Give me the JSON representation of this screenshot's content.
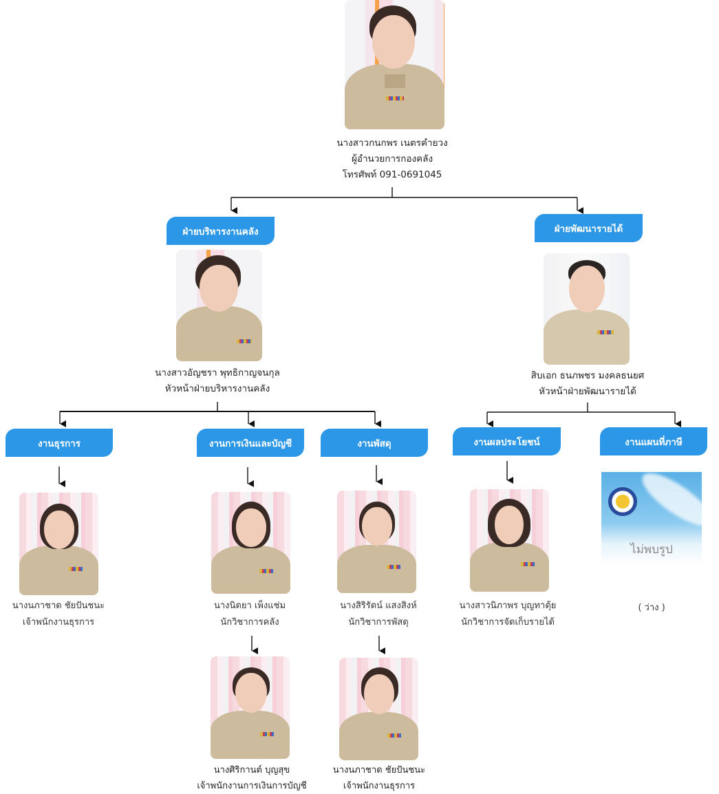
{
  "director": {
    "name": "นางสาวกนกพร เนตรคำยวง",
    "position": "ผู้อำนวยการกองคลัง",
    "phone": "โทรศัพท์ 091-0691045"
  },
  "divisions": [
    {
      "title": "ฝ่ายบริหารงานคลัง",
      "head": {
        "name": "นางสาวอัญชรา  พุทธิกาญจนกุล",
        "position": "หัวหน้าฝ่ายบริหารงานคลัง"
      },
      "units": [
        {
          "title": "งานธุรการ",
          "staff": [
            {
              "name": "นางนภาชาด ชัยปันชนะ",
              "position": "เจ้าพนักงานธุรการ"
            }
          ]
        },
        {
          "title": "งานการเงินและบัญชี",
          "staff": [
            {
              "name": "นางนิตยา เพ็งแช่ม",
              "position": "นักวิชาการคลัง"
            },
            {
              "name": "นางศิริกานต์  บุญสุข",
              "position": "เจ้าพนักงานการเงินการบัญชี"
            }
          ]
        },
        {
          "title": "งานพัสดุ",
          "staff": [
            {
              "name": "นางสิริรัตน์  แสงสิงห์",
              "position": "นักวิชาการพัสดุ"
            },
            {
              "name": "นางนภาชาด ชัยปันชนะ",
              "position": "เจ้าพนักงานธุรการ"
            }
          ]
        }
      ]
    },
    {
      "title": "ฝ่ายพัฒนารายได้",
      "head": {
        "name": "สิบเอก ธนภพชร  มงคลธนยศ",
        "position": "หัวหน้าฝ่ายพัฒนารายได้"
      },
      "units": [
        {
          "title": "งานผลประโยชน์",
          "staff": [
            {
              "name": "นางสาวนิภาพร บุญทาตุ้ย",
              "position": "นักวิชาการจัดเก็บรายได้"
            }
          ]
        },
        {
          "title": "งานแผนที่ภาษี",
          "vacant_label": "( ว่าง )",
          "placeholder_text": "ไม่พบรูป"
        }
      ]
    }
  ],
  "colors": {
    "box": "#2b97e6",
    "box_text": "#ffffff",
    "line": "#111111"
  }
}
